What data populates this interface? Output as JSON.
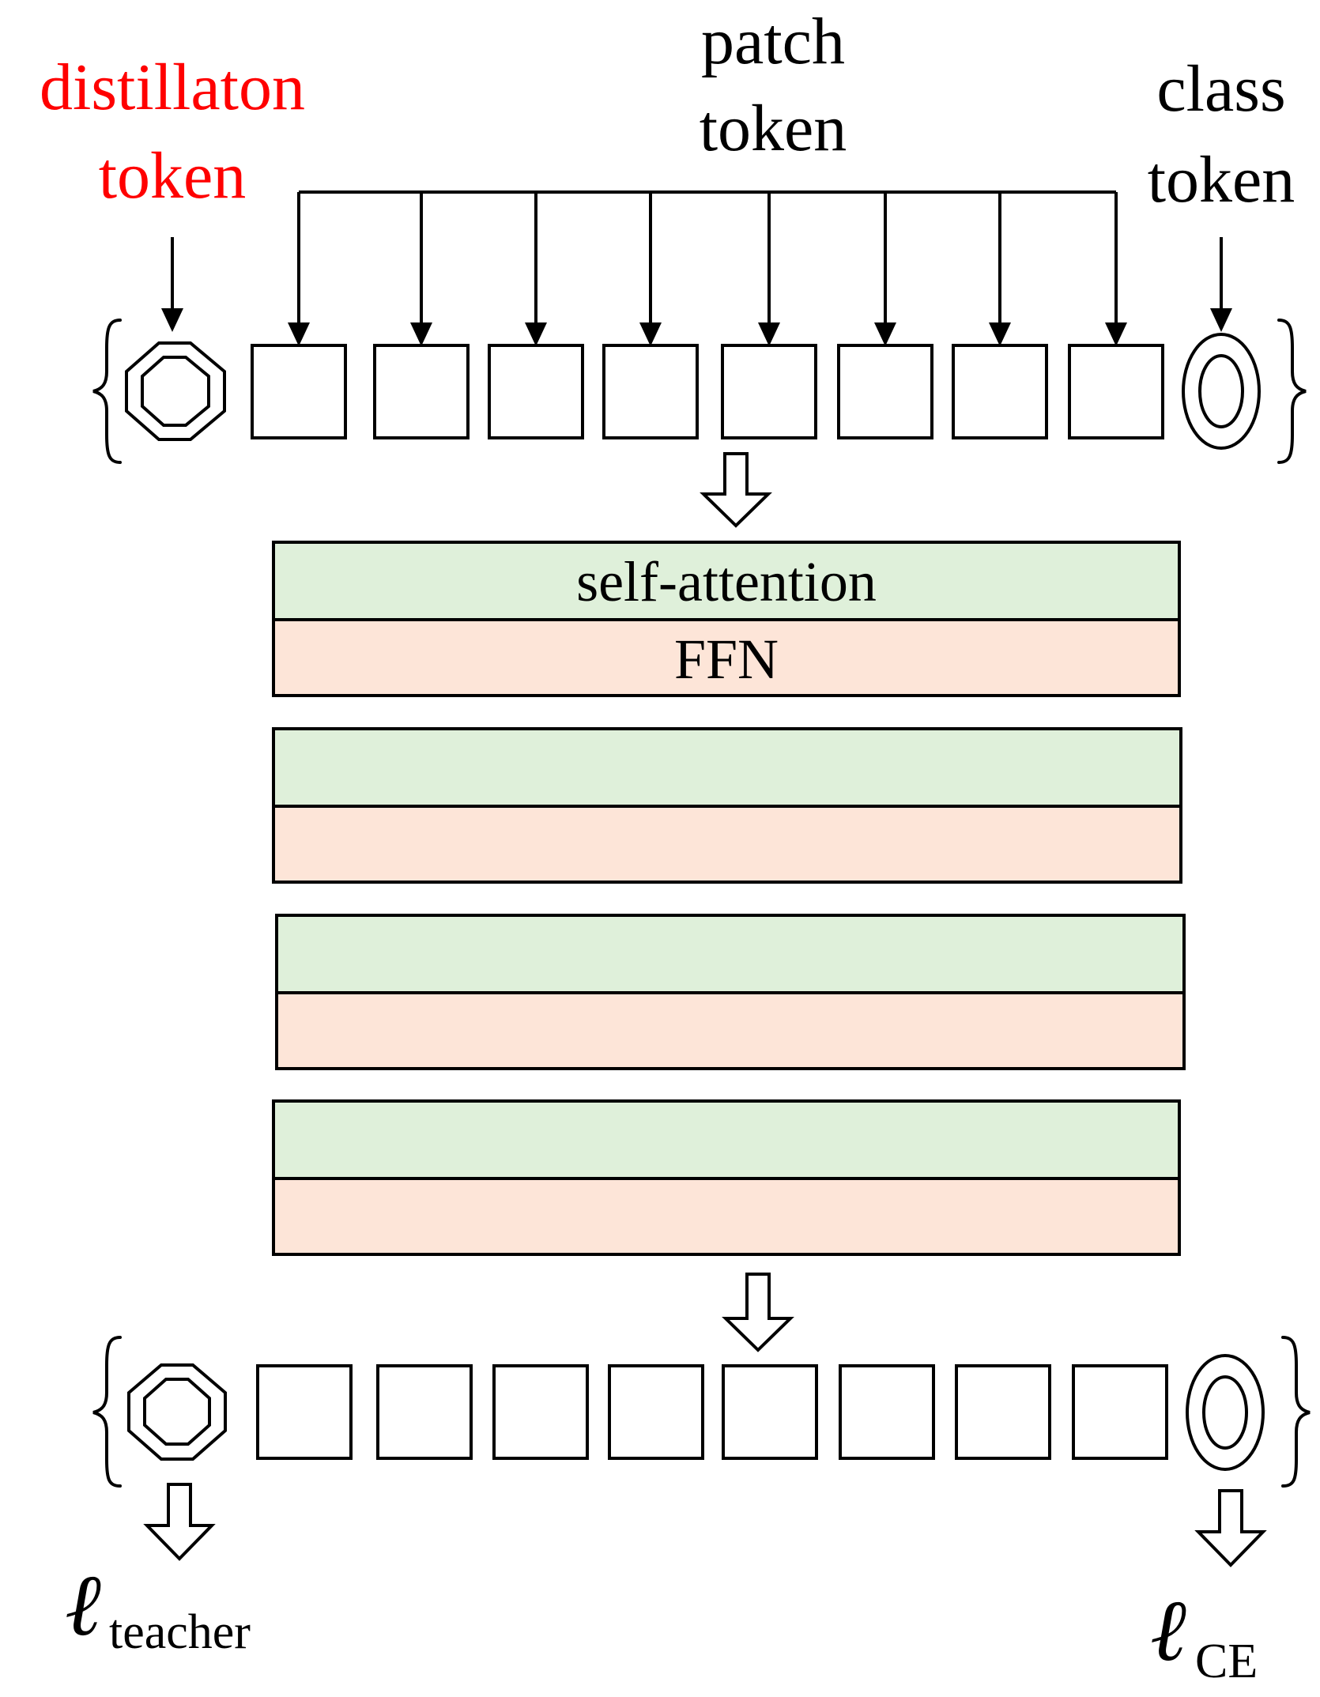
{
  "labels": {
    "distillation_token_line1": "distillaton",
    "distillation_token_line2": "token",
    "patch_token_line1": "patch",
    "patch_token_line2": "token",
    "class_token_line1": "class",
    "class_token_line2": "token"
  },
  "transformer": {
    "attention_label": "self-attention",
    "ffn_label": "FFN",
    "block_count": 4
  },
  "tokens": {
    "patch_count": 8
  },
  "losses": {
    "teacher_symbol": "ℓ",
    "teacher_subscript": "teacher",
    "ce_symbol": "ℓ",
    "ce_subscript": "CE"
  },
  "colors": {
    "distillation_label": "#ff0000",
    "attention_fill": "#dff0da",
    "ffn_fill": "#fde5d8",
    "outline": "#000000"
  }
}
